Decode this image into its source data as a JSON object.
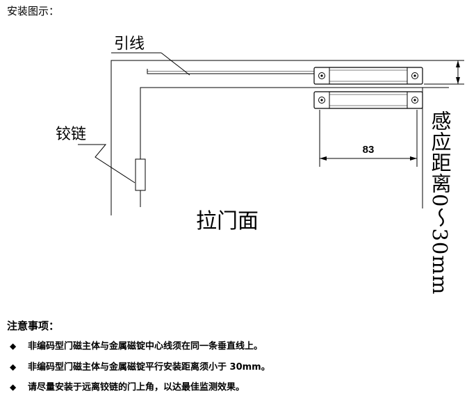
{
  "header": {
    "title": "安装图示："
  },
  "diagram": {
    "lead_label": "引线",
    "hinge_label": "铰链",
    "door_face_label": "拉门面",
    "width_dimension": "83",
    "distance_label": "感应距离0～30mm"
  },
  "notes": {
    "title": "注意事项：",
    "bullet": "◆",
    "items": [
      "非编码型门磁主体与金属磁锭中心线须在同一条垂直线上。",
      "非编码型门磁主体与金属磁锭平行安装距离须小于 30mm。",
      "请尽量安装于远离铰链的门上角，以达最佳监测效果。"
    ]
  }
}
